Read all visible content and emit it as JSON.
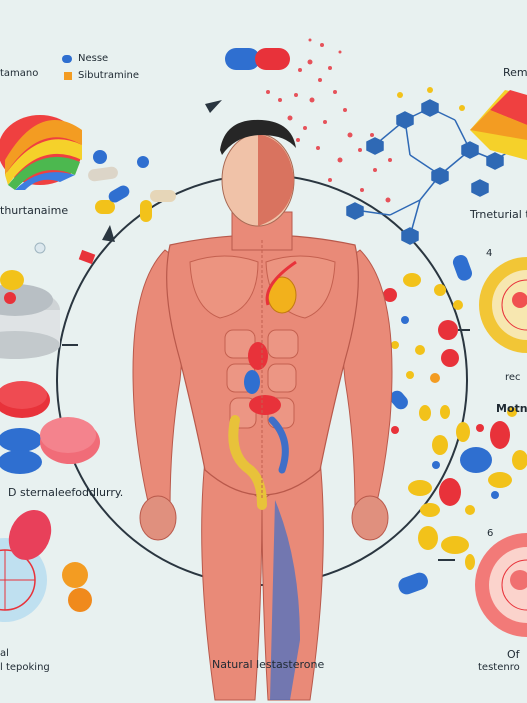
{
  "labels": {
    "top_left": "tamano",
    "legend_1": "Nesse",
    "legend_2": "Sibutramine",
    "left_mid": "thurtanaime",
    "left_low": "D sternaleefoddlurry.",
    "bottom_left_1": "al",
    "bottom_left_2": "l tepoking",
    "bottom_center": "Natural lestasterone",
    "top_right": "Rem",
    "right_mid": "Trneturial t",
    "right_num": "4",
    "right_small": "rec",
    "right_bold": "Motna",
    "right_num2": "6",
    "bottom_right_1": "Of",
    "bottom_right_2": "testenro"
  },
  "colors": {
    "background": "#e8f1f0",
    "muscle": "#e98a78",
    "muscle_dark": "#c85a4a",
    "pill_red": "#e8323a",
    "pill_blue": "#2f6fd0",
    "pill_yellow": "#f2c21a",
    "molecule_blue": "#2f69b5"
  }
}
